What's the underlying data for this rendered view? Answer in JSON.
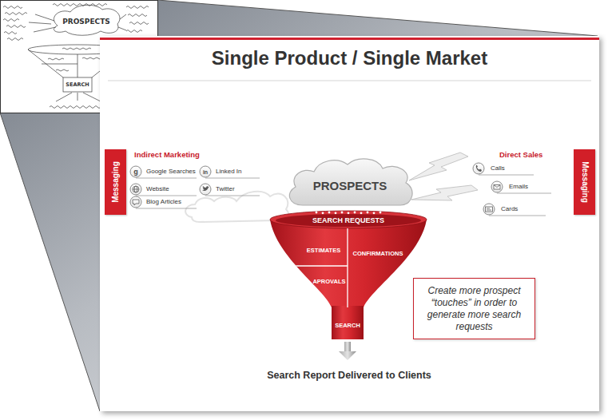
{
  "diagram": {
    "title": "Single Product / Single Market",
    "nodes": [
      {
        "text": [
          "Messaging"
        ]
      },
      {
        "text": [
          "PROSPECTS"
        ]
      },
      {
        "text": [
          "Messaging"
        ]
      },
      {
        "text": [
          "SEARCH REQUESTS"
        ]
      },
      {
        "text": [
          "ESTIMATES"
        ],
        "in": 3
      },
      {
        "text": [
          "CONFIRMATIONS"
        ],
        "in": 3
      },
      {
        "text": [
          "APROVALS"
        ],
        "in": 3
      },
      {
        "text": [
          "SEARCH"
        ],
        "in": 3
      },
      {
        "text": [
          "Create more prospect “touches” in order to generate more search requests"
        ]
      }
    ],
    "labels": [
      "PROSPECTS",
      "SEARCH",
      "Indirect Marketing",
      "g",
      "Google Searches",
      "Website",
      "Blog Articles",
      "in",
      "Linked In",
      "Twitter",
      "Direct Sales",
      "Calls",
      "Emails",
      "Cards",
      "Search Report Delivered to Clients"
    ]
  }
}
